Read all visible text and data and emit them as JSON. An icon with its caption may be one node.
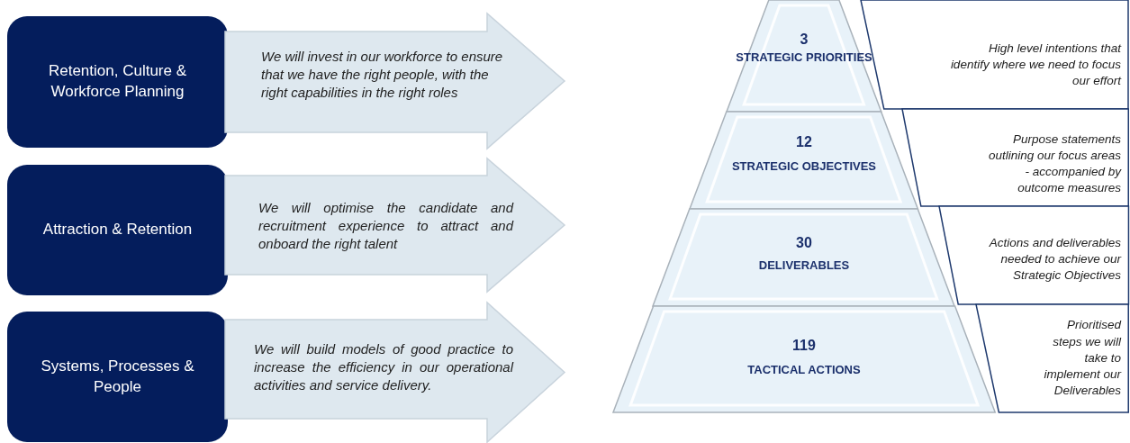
{
  "diagram": {
    "nodes": [
      {
        "text": [
          "Retention, Culture & Workforce Planning"
        ]
      },
      {
        "text": [
          "Attraction & Retention"
        ]
      },
      {
        "text": [
          "Systems, Processes & People"
        ]
      },
      {
        "text": [
          "We will invest in our workforce to ensure that we have the right people, with the right capabilities in the right roles"
        ]
      },
      {
        "text": [
          "We will optimise the candidate and recruitment experience to attract and onboard the right talent"
        ]
      },
      {
        "text": [
          "We will build models of good practice to increase the efficiency in our operational activities and service delivery."
        ]
      },
      {
        "text": [
          "3",
          "STRATEGIC PRIORITIES"
        ]
      },
      {
        "text": [
          "12",
          "STRATEGIC OBJECTIVES"
        ]
      },
      {
        "text": [
          "30",
          "DELIVERABLES"
        ]
      },
      {
        "text": [
          "119",
          "TACTICAL ACTIONS"
        ]
      },
      {
        "text": [
          "High level intentions that identify where we need to focus our effort"
        ]
      },
      {
        "text": [
          "Purpose statements outlining our focus areas - accompanied by outcome measures"
        ]
      },
      {
        "text": [
          "Actions and deliverables needed to achieve our Strategic Objectives"
        ]
      },
      {
        "text": [
          "Prioritised steps we will take to implement our Deliverables"
        ]
      }
    ]
  }
}
